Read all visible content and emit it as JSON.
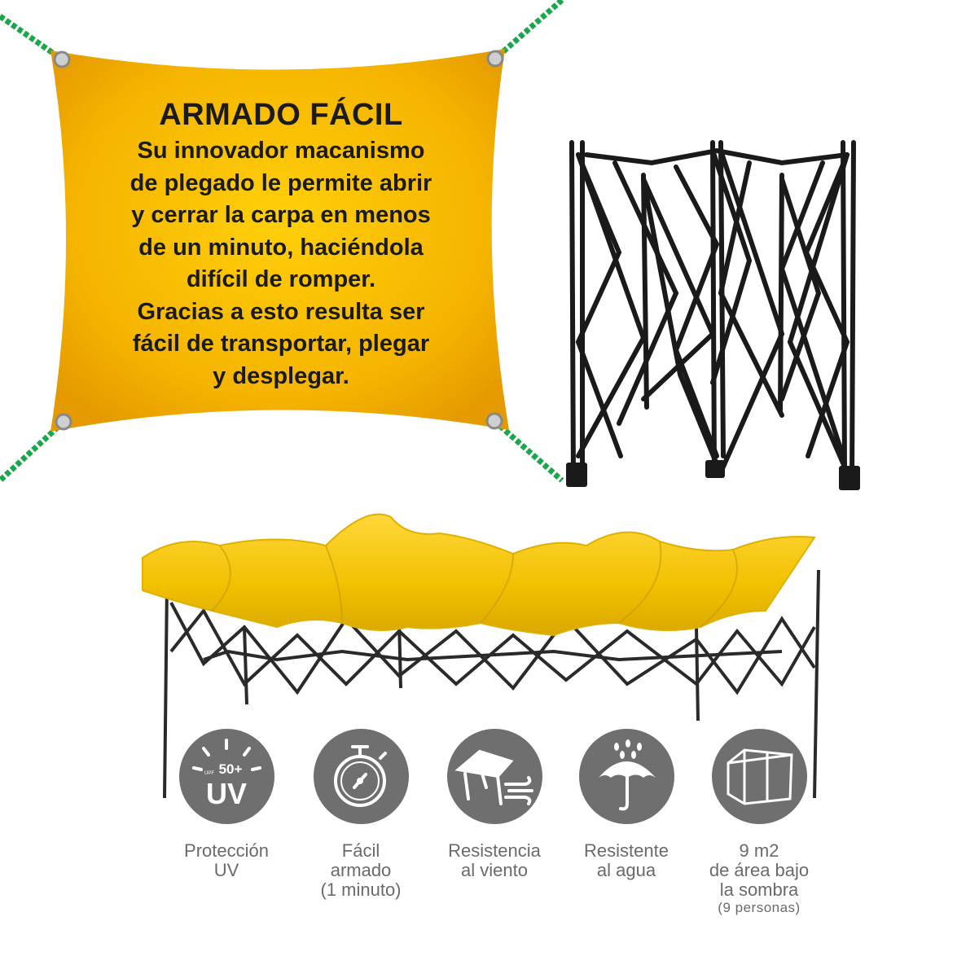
{
  "banner": {
    "title": "ARMADO FÁCIL",
    "lines": [
      "Su innovador macanismo",
      "de plegado le permite abrir",
      "y cerrar la carpa en menos",
      "de un minuto, haciéndola",
      "difícil de romper.",
      "Gracias a esto resulta ser",
      "fácil de transportar, plegar",
      "y desplegar."
    ]
  },
  "colors": {
    "banner_yellow": "#f6b800",
    "tent_yellow": "#f2c400",
    "icon_gray": "#6f6f6f",
    "label_gray": "#6a6a6a",
    "rope_green": "#1aa64a"
  },
  "features": [
    {
      "icon": "uv-protection-icon",
      "icon_text_top": "50+",
      "icon_text_small": "UPF",
      "icon_text_main": "UV",
      "label_lines": [
        "Protección",
        "UV"
      ],
      "note": ""
    },
    {
      "icon": "stopwatch-icon",
      "label_lines": [
        "Fácil",
        "armado",
        "(1 minuto)"
      ],
      "note": ""
    },
    {
      "icon": "wind-resistance-icon",
      "label_lines": [
        "Resistencia",
        "al viento"
      ],
      "note": ""
    },
    {
      "icon": "umbrella-rain-icon",
      "label_lines": [
        "Resistente",
        "al agua"
      ],
      "note": ""
    },
    {
      "icon": "tent-area-icon",
      "label_lines": [
        "9 m2",
        "de área bajo",
        "la sombra"
      ],
      "note": "(9 personas)"
    }
  ]
}
